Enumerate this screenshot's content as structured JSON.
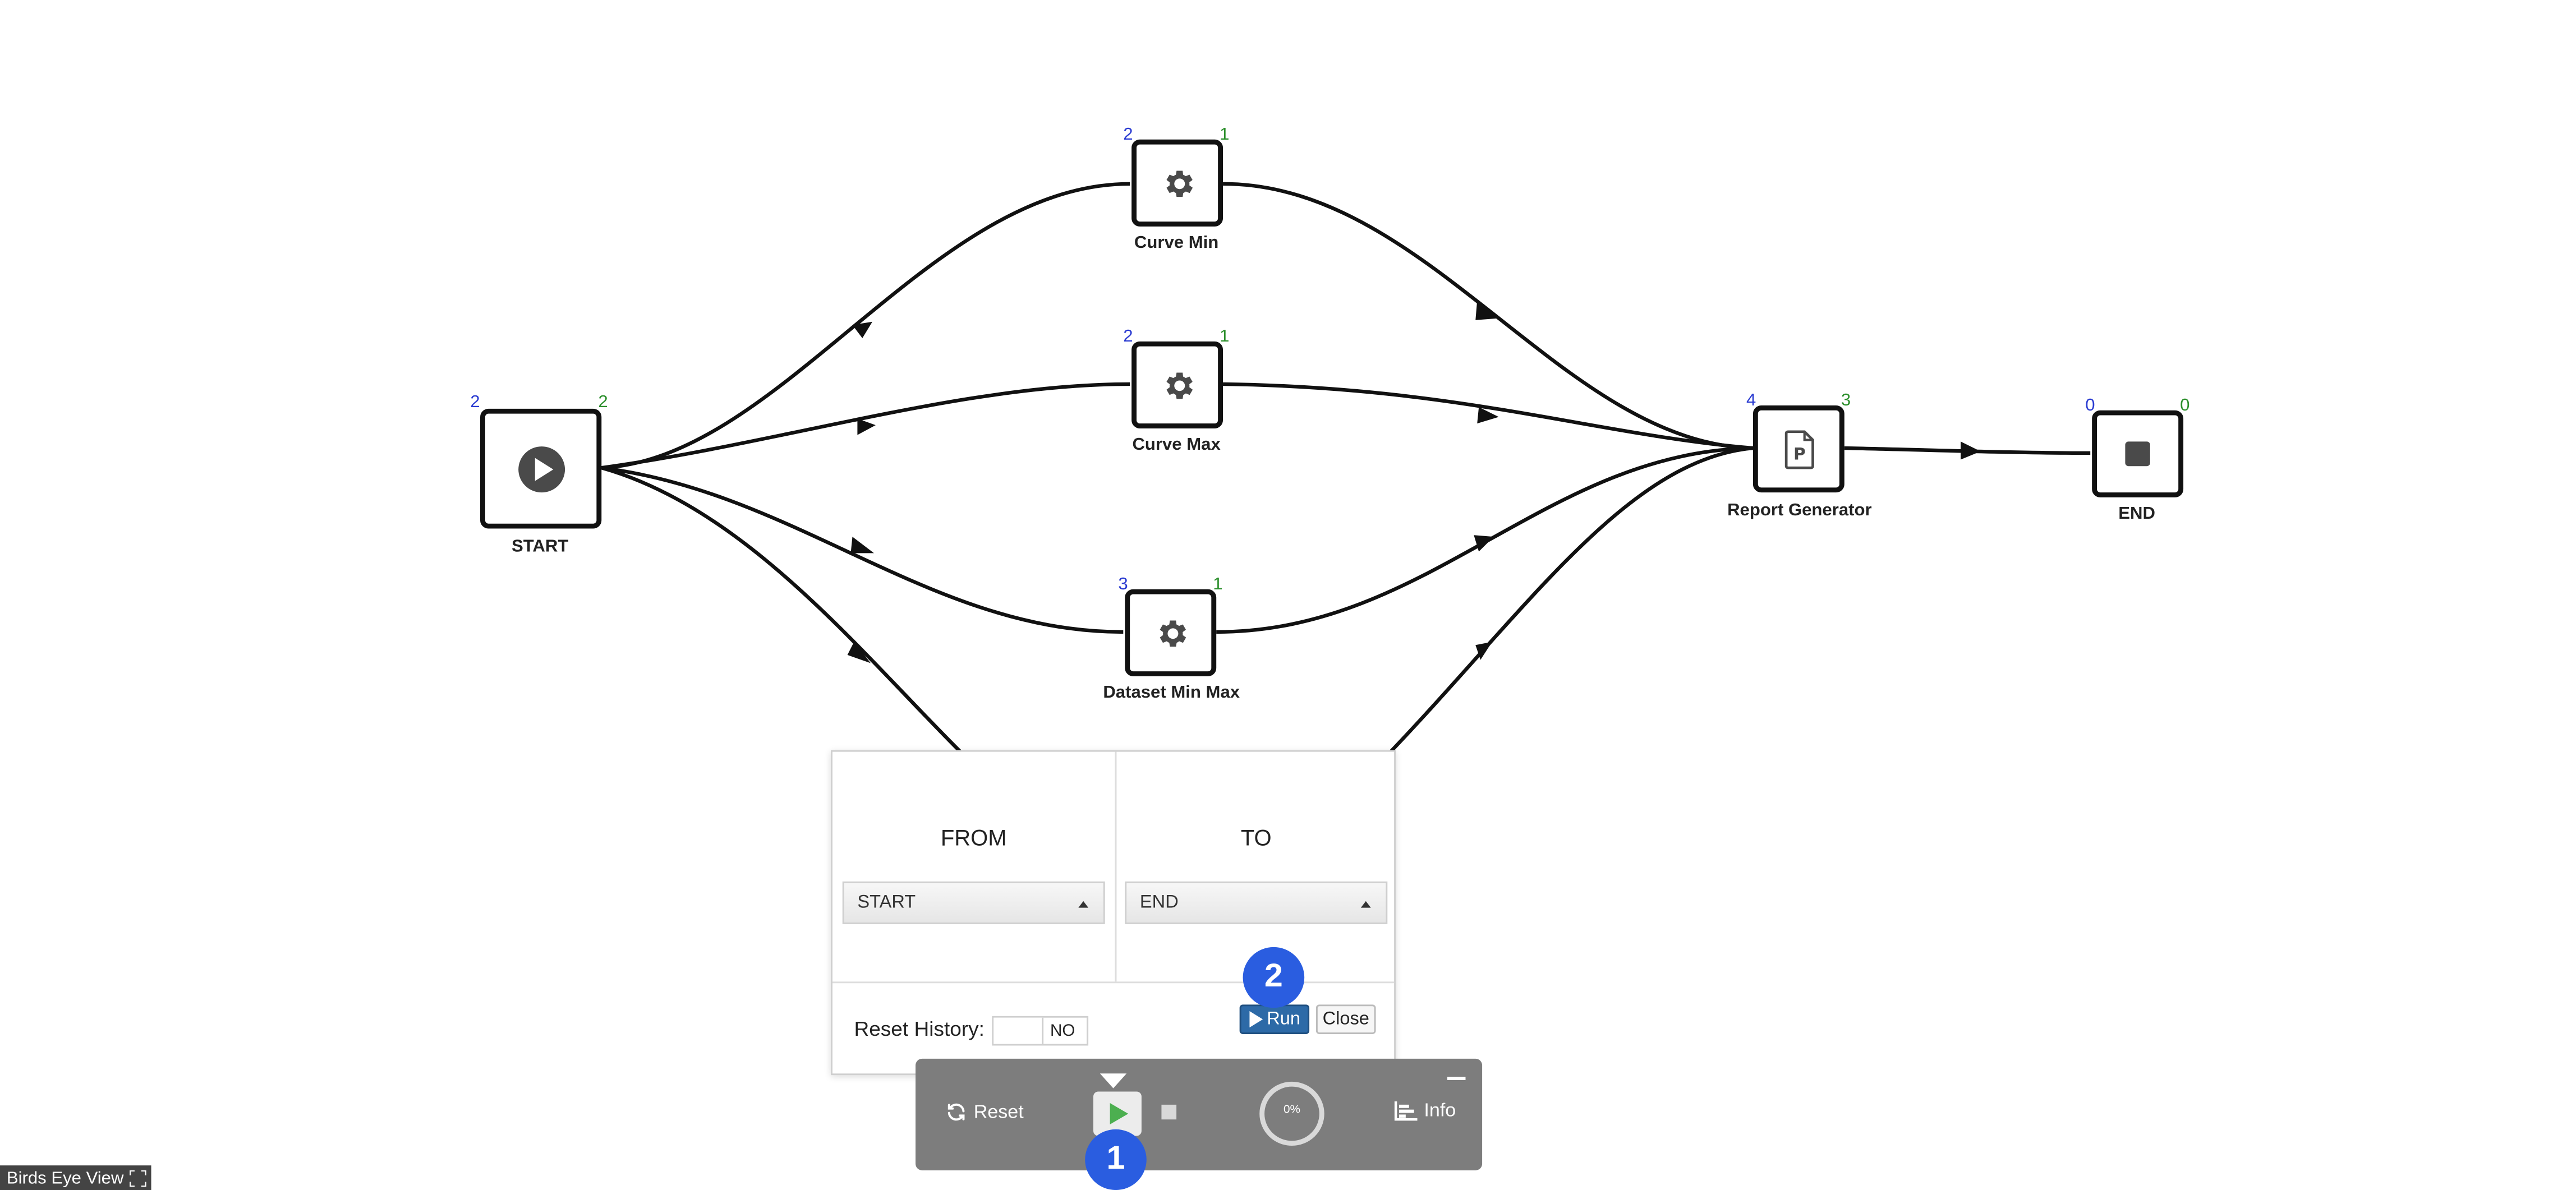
{
  "nodes": {
    "start": {
      "label": "START",
      "in_count": "2",
      "out_count": "2"
    },
    "curve_min": {
      "label": "Curve Min",
      "in_count": "2",
      "out_count": "1"
    },
    "curve_max": {
      "label": "Curve Max",
      "in_count": "2",
      "out_count": "1"
    },
    "dataset_min_max": {
      "label": "Dataset Min Max",
      "in_count": "3",
      "out_count": "1"
    },
    "report_generator": {
      "label": "Report Generator",
      "in_count": "4",
      "out_count": "3"
    },
    "end": {
      "label": "END",
      "in_count": "0",
      "out_count": "0"
    }
  },
  "run_panel": {
    "from_heading": "FROM",
    "from_value": "START",
    "to_heading": "TO",
    "to_value": "END",
    "reset_history_label": "Reset History:",
    "reset_history_toggle": "NO",
    "run_button": "Run",
    "close_button": "Close"
  },
  "toolbar": {
    "reset_label": "Reset",
    "progress_text": "0%",
    "progress_value": 0,
    "info_label": "Info"
  },
  "step_badges": [
    "1",
    "2"
  ],
  "birds_eye": {
    "label": "Birds Eye View"
  },
  "colors": {
    "in_count": "#2a3bd1",
    "out_count": "#2c8f2c",
    "run_button": "#2d6aa7",
    "toolbar": "#7d7d7d",
    "badge": "#2a5de0",
    "play_icon": "#4caf50"
  },
  "icons": {
    "start": "play-circle-icon",
    "process": "gear-icon",
    "report": "document-p-icon",
    "end": "stop-icon"
  }
}
